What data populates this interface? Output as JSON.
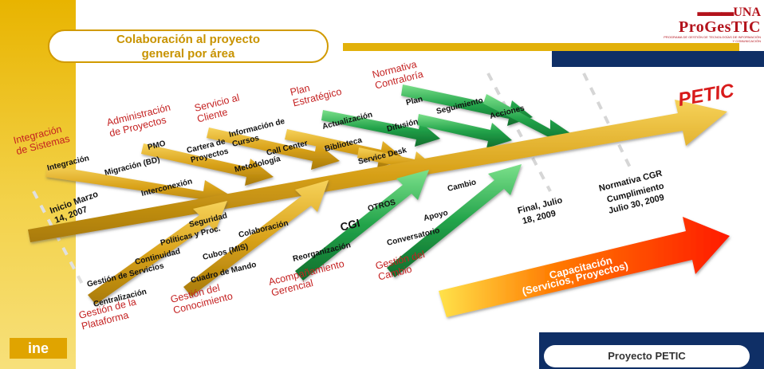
{
  "header": {
    "title_line1": "Colaboración al proyecto",
    "title_line2": "general por área",
    "logo_line1": "UNA",
    "logo_line2": "ProGesTIC",
    "logo_tagline": "PROGRAMA DE GESTIÓN DE TECNOLOGÍAS DE INFORMACIÓN Y COMUNICACIÓN"
  },
  "footer": {
    "ine_logo": "ine",
    "project_label": "Proyecto PETIC"
  },
  "diagram": {
    "goal": "PETIC",
    "categories": [
      {
        "l1": "Integración",
        "l2": "de Sistemas"
      },
      {
        "l1": "Administración",
        "l2": "de Proyectos"
      },
      {
        "l1": "Servicio al",
        "l2": "Cliente"
      },
      {
        "l1": "Plan",
        "l2": "Estratégico"
      },
      {
        "l1": "Normativa",
        "l2": "Contraloría"
      },
      {
        "l1": "Gestión de la",
        "l2": "Plataforma"
      },
      {
        "l1": "Gestión del",
        "l2": "Conocimiento"
      },
      {
        "l1": "Acompañamiento",
        "l2": "Gerencial"
      },
      {
        "l1": "Gestión del",
        "l2": "Cambio"
      }
    ],
    "items": {
      "integracion": "Integración",
      "migracion": "Migración (BD)",
      "interconexion": "Interconexión",
      "pmo": "PMO",
      "cartera_l1": "Cartera de",
      "cartera_l2": "Proyectos",
      "info_l1": "Información de",
      "info_l2": "Cursos",
      "callcenter": "Call Center",
      "metodologia": "Metodología",
      "biblioteca": "Biblioteca",
      "servicedesk": "Service Desk",
      "actualizacion": "Actualización",
      "difusion": "Difusión",
      "plan": "Plan",
      "seguimiento": "Seguimiento",
      "acciones": "Acciones",
      "seguridad": "Seguridad",
      "politicas": "Políticas y Proc.",
      "continuidad": "Continuidad",
      "gestion_servicios": "Gestión de Servicios",
      "centralizacion": "Centralización",
      "colaboracion": "Colaboración",
      "cubos": "Cubos (MIS)",
      "cuadro": "Cuadro de Mando",
      "cgi": "CGI",
      "reorganizacion": "Reorganización",
      "otros": "OTROS",
      "apoyo": "Apoyo",
      "cambio": "Cambio",
      "conversatorio": "Conversatorio"
    },
    "milestones": {
      "inicio_l1": "Inicio Marzo",
      "inicio_l2": "14, 2007",
      "final_l1": "Final, Julio",
      "final_l2": "18, 2009",
      "norm_l1": "Normativa CGR",
      "norm_l2": "Cumplimiento",
      "norm_l3": "Julio 30, 2009"
    },
    "training_l1": "Capacitación",
    "training_l2": "(Servicios, Proyectos)"
  }
}
